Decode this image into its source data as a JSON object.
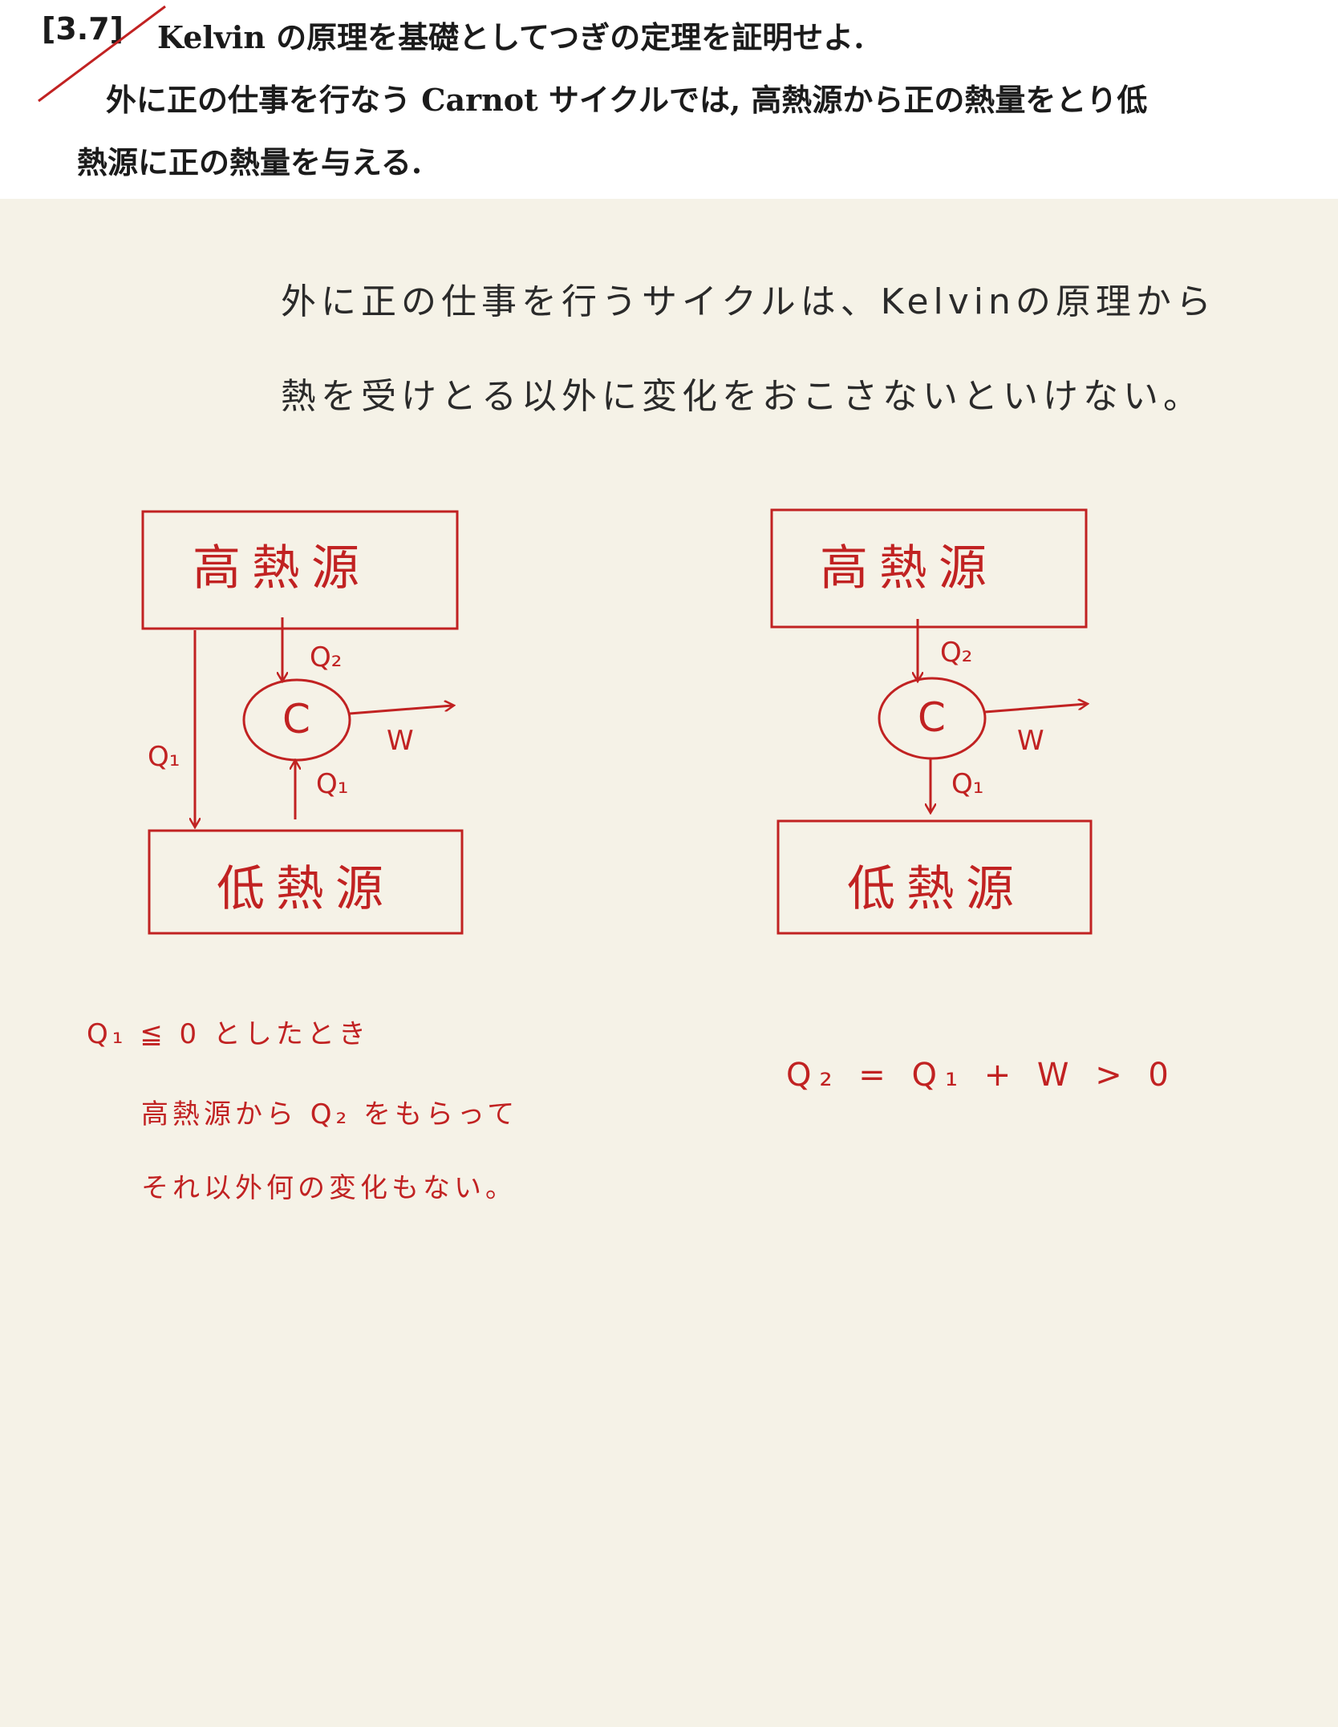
{
  "problem": {
    "number": "[3.7]",
    "statement": "Kelvin の原理を基礎としてつぎの定理を証明せよ.",
    "body_line1": "外に正の仕事を行なう Carnot サイクルでは, 高熱源から正の熱量をとり低",
    "body_line2": "熱源に正の熱量を与える."
  },
  "handwriting": {
    "line1": "外に正の仕事を行うサイクルは、Kelvinの原理から",
    "line2": "熱を受けとる以外に変化をおこさないといけない。"
  },
  "diagram_left": {
    "hot_label": "高熱源",
    "cold_label": "低熱源",
    "engine_label": "C",
    "q2_label": "Q₂",
    "q1_left_label": "Q₁",
    "q1_up_label": "Q₁",
    "w_label": "W"
  },
  "diagram_right": {
    "hot_label": "高熱源",
    "cold_label": "低熱源",
    "engine_label": "C",
    "q2_label": "Q₂",
    "q1_label": "Q₁",
    "w_label": "W"
  },
  "notes_left": {
    "line1": "Q₁ ≦ 0 としたとき",
    "line2": "高熱源から Q₂ をもらって",
    "line3": "それ以外何の変化もない。"
  },
  "notes_right": {
    "equation": "Q₂ = Q₁ + W > 0"
  },
  "colors": {
    "ink_red": "#c12222",
    "ink_black": "#2a2a2a",
    "paper": "#f5f2e7"
  }
}
